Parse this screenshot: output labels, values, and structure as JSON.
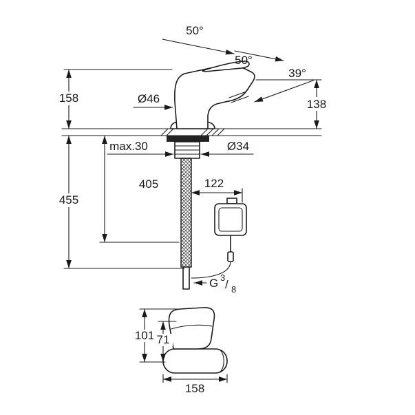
{
  "colors": {
    "line": "#1a1a1a",
    "background": "#ffffff",
    "dark_fill": "#222222"
  },
  "labels": {
    "angle_lever_1": "50°",
    "angle_lever_2": "50°",
    "angle_spray": "39°",
    "dia_base": "Ø46",
    "height_above_counter": "158",
    "spout_height": "138",
    "max_counter_thickness": "max.30",
    "dia_shank": "Ø34",
    "hose_length": "405",
    "total_below_counter": "455",
    "rod_offset": "122",
    "thread_g": "G",
    "thread_numerator": "3",
    "thread_slash": "/",
    "thread_denominator": "8",
    "front_total_height": "101",
    "front_body_height": "71",
    "front_length": "158"
  }
}
